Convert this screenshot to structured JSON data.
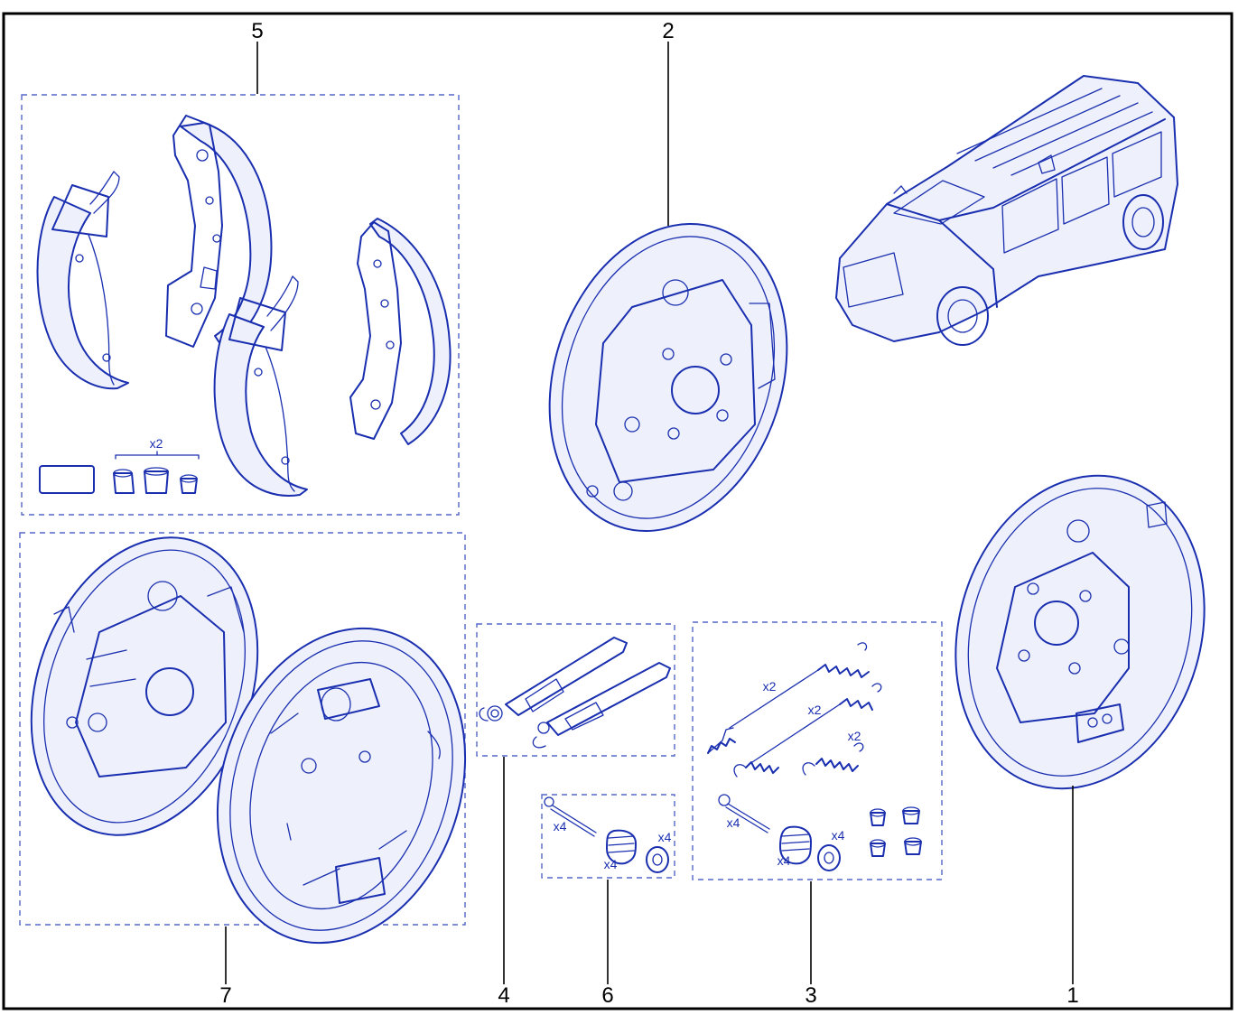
{
  "callouts": {
    "c1": "1",
    "c2": "2",
    "c3": "3",
    "c4": "4",
    "c5": "5",
    "c6": "6",
    "c7": "7"
  },
  "quantities": {
    "kit5_caps": "x2",
    "kit3_spring_long": "x2",
    "kit3_spring_mid": "x2",
    "kit3_spring_short": "x2",
    "kit3_pin": "x4",
    "kit3_coil": "x4",
    "kit3_cup": "x4",
    "kit6_pin": "x4",
    "kit6_coil": "x4",
    "kit6_cup": "x4"
  },
  "colors": {
    "line_art": "#1a2fb0",
    "frame": "#000000",
    "kit_box": "#5566c8",
    "background": "#ffffff"
  }
}
